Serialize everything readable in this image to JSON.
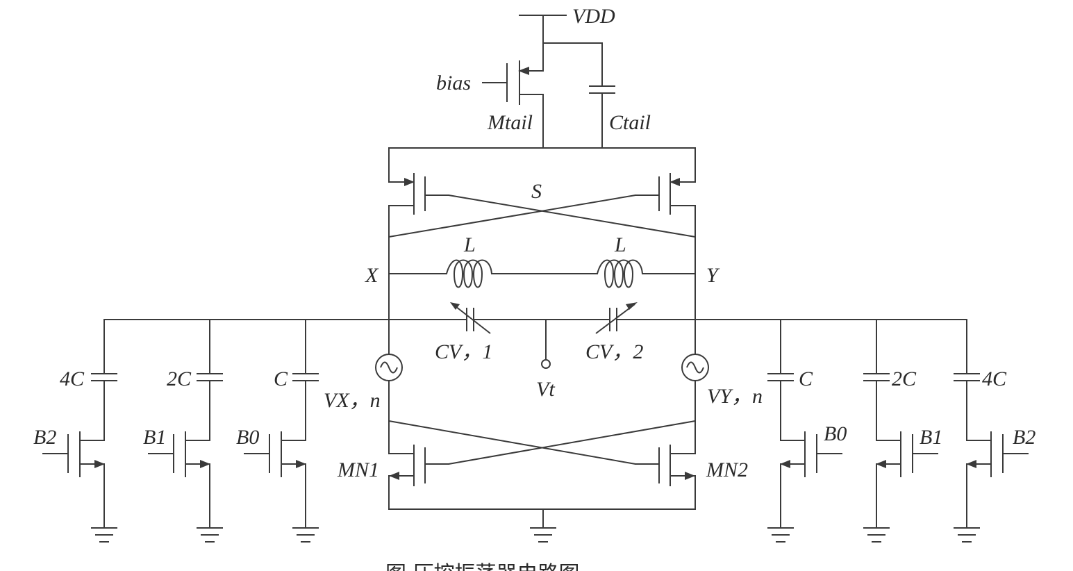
{
  "labels": {
    "vdd": "VDD",
    "bias": "bias",
    "mtail": "Mtail",
    "ctail": "Ctail",
    "s": "S",
    "l_left": "L",
    "l_right": "L",
    "x": "X",
    "y": "Y",
    "cv1": "CV，1",
    "cv2": "CV，2",
    "vt": "Vt",
    "vxn": "VX，n",
    "vyn": "VY，n",
    "mn1": "MN1",
    "mn2": "MN2",
    "cap_l1": "4C",
    "cap_l2": "2C",
    "cap_l3": "C",
    "cap_r1": "C",
    "cap_r2": "2C",
    "cap_r3": "4C",
    "b_l1": "B2",
    "b_l2": "B1",
    "b_l3": "B0",
    "b_r1": "B0",
    "b_r2": "B1",
    "b_r3": "B2"
  },
  "caption": "图    压控振荡器电路图",
  "colors": {
    "wire": "#3a3a3a",
    "text": "#2a2a2a",
    "background": "#ffffff"
  }
}
